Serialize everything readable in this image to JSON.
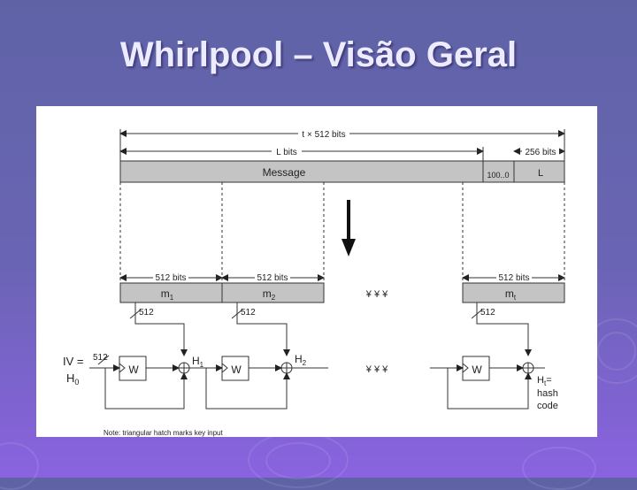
{
  "slide": {
    "title": "Whirlpool – Visão Geral"
  },
  "diagram": {
    "dim_total": "t × 512 bits",
    "dim_L": "L bits",
    "dim_256": "256 bits",
    "message_label": "Message",
    "padding_label": "100..0",
    "length_label": "L",
    "block_bits": "512 bits",
    "blocks": [
      {
        "name": "m",
        "sub": "1"
      },
      {
        "name": "m",
        "sub": "2"
      },
      {
        "name": "m",
        "sub": "t"
      }
    ],
    "ellipsis": "¥ ¥ ¥",
    "key_bits": "512",
    "iv_top": "IV =",
    "iv_h": "H",
    "iv_sub": "0",
    "w_label": "W",
    "outputs": [
      {
        "name": "H",
        "sub": "1"
      },
      {
        "name": "H",
        "sub": "2"
      },
      {
        "name": "H",
        "sub": "t"
      }
    ],
    "final_eq": "=",
    "hash_label": "hash",
    "code_label": "code",
    "note": "Note: triangular hatch marks key input"
  }
}
